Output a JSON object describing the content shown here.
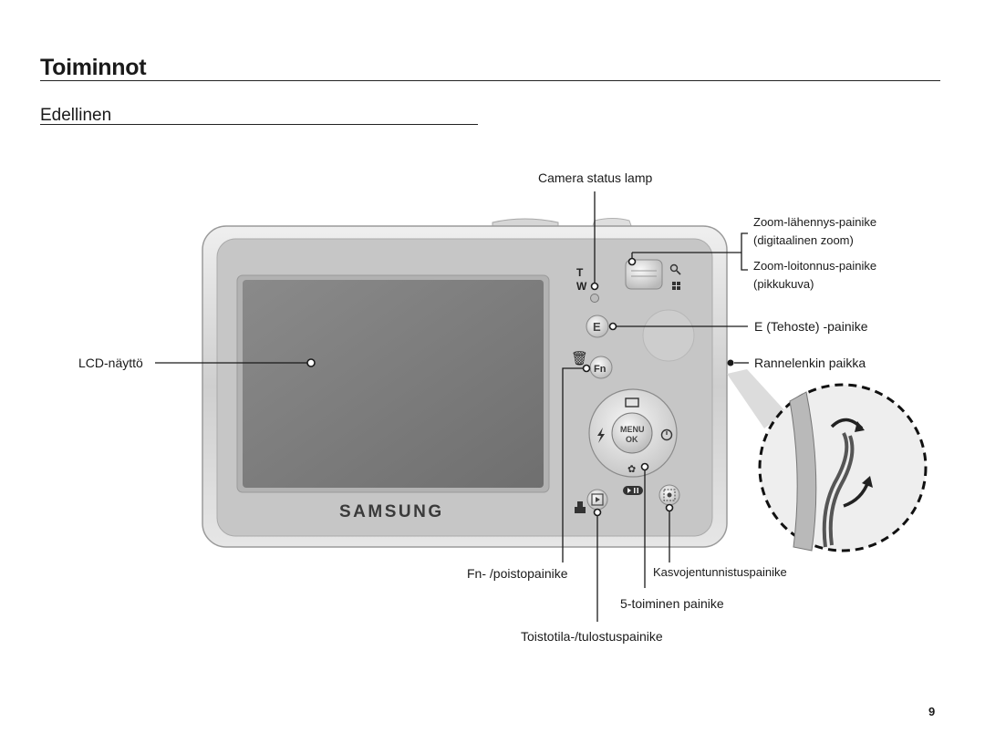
{
  "page": {
    "title": "Toiminnot",
    "subtitle": "Edellinen",
    "number": "9"
  },
  "camera": {
    "brand": "SAMSUNG",
    "zoom_t": "T",
    "zoom_w": "W",
    "e_button": "E",
    "fn_button": "Fn",
    "menu_label": "MENU",
    "ok_label": "OK"
  },
  "callouts": {
    "camera_status_lamp": "Camera status lamp",
    "zoom_in_line1": "Zoom-lähennys-painike",
    "zoom_in_line2": "(digitaalinen zoom)",
    "zoom_out_line1": "Zoom-loitonnus-painike",
    "zoom_out_line2": "(pikkukuva)",
    "effect_button": "E (Tehoste) -painike",
    "strap_eyelet": "Rannelenkin paikka",
    "lcd": "LCD-näyttö",
    "fn_delete": "Fn- /poistopainike",
    "face_detection": "Kasvojentunnistuspainike",
    "five_function": "5-toiminen painike",
    "playback_print": "Toistotila-/tulostuspainike"
  },
  "colors": {
    "body": "#c9c9c9",
    "body_edge": "#9a9a9a",
    "lcd": "#7c7c7c"
  }
}
